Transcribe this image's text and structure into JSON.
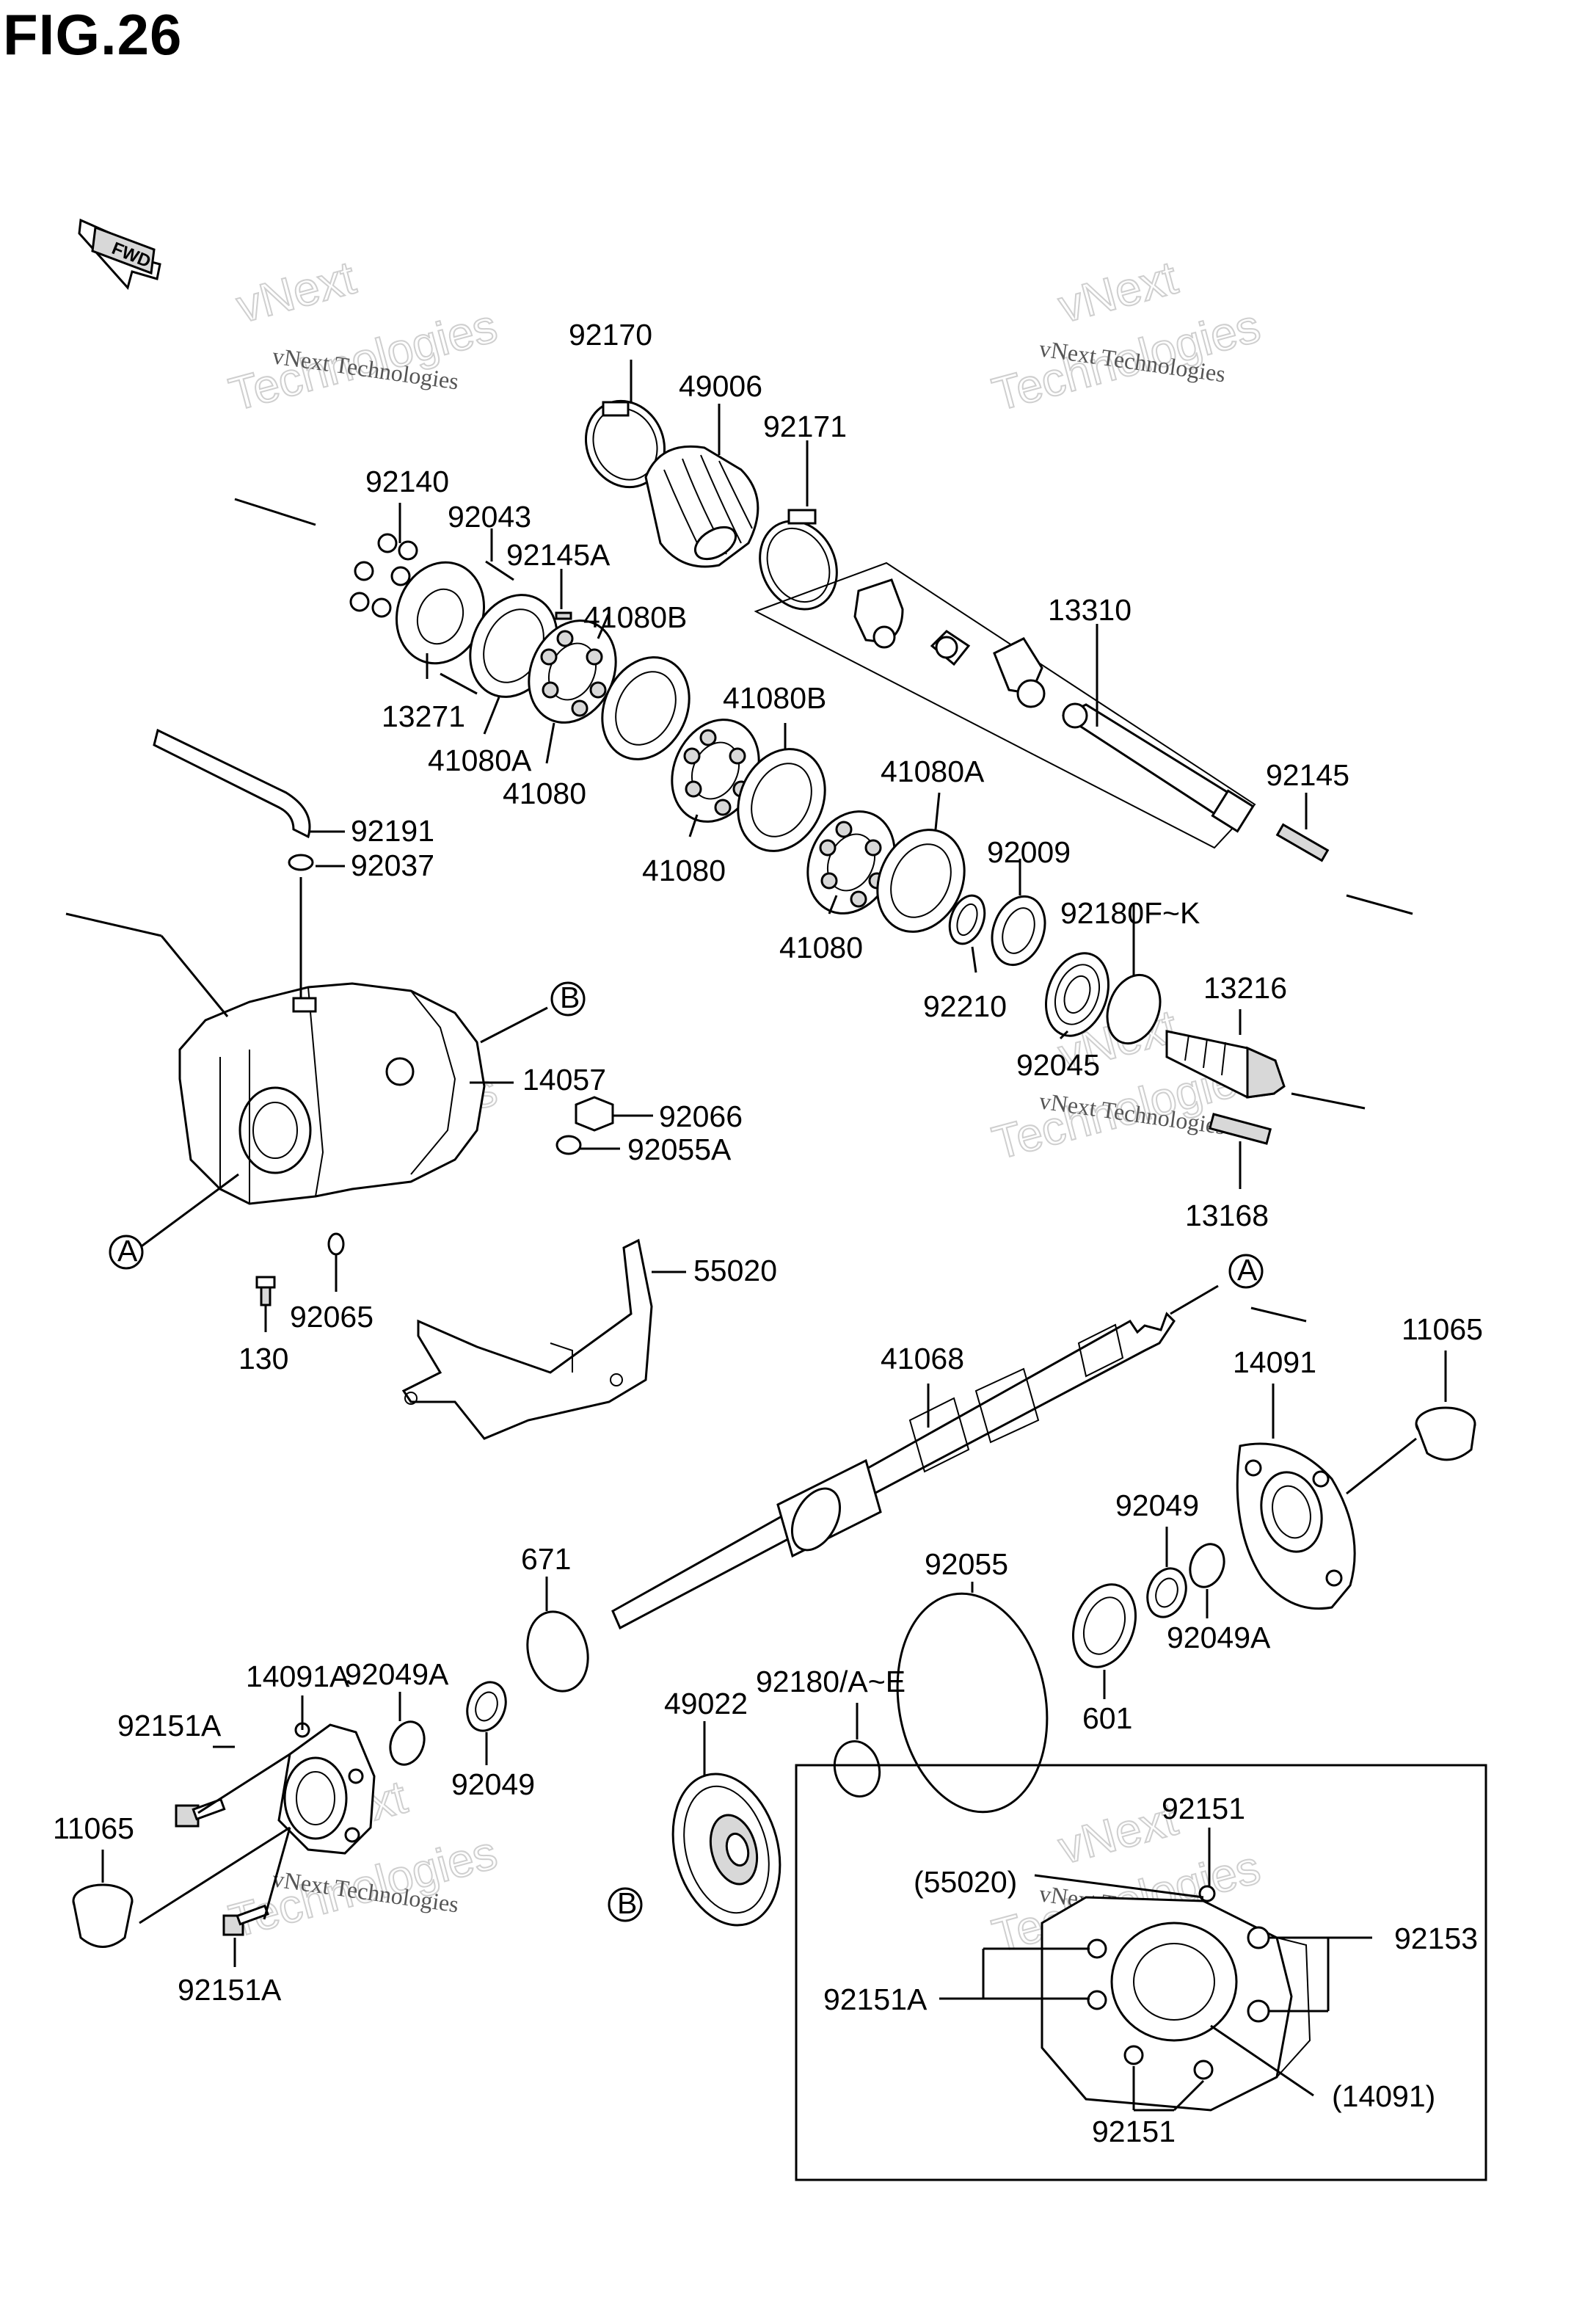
{
  "figure": {
    "title": "FIG.26",
    "fwd_label": "FWD"
  },
  "watermark": {
    "line1": "vNext Technologies",
    "line2": "vNext",
    "line3": "Technologies"
  },
  "labels": [
    {
      "id": "l92170",
      "text": "92170"
    },
    {
      "id": "l49006",
      "text": "49006"
    },
    {
      "id": "l92171",
      "text": "92171"
    },
    {
      "id": "l92140",
      "text": "92140"
    },
    {
      "id": "l92043",
      "text": "92043"
    },
    {
      "id": "l92145A",
      "text": "92145A"
    },
    {
      "id": "l41080B1",
      "text": "41080B"
    },
    {
      "id": "l13310",
      "text": "13310"
    },
    {
      "id": "l13271",
      "text": "13271"
    },
    {
      "id": "l41080A1",
      "text": "41080A"
    },
    {
      "id": "l41080_1",
      "text": "41080"
    },
    {
      "id": "l41080B2",
      "text": "41080B"
    },
    {
      "id": "l41080_2",
      "text": "41080"
    },
    {
      "id": "l41080A2",
      "text": "41080A"
    },
    {
      "id": "l92145",
      "text": "92145"
    },
    {
      "id": "l92191",
      "text": "92191"
    },
    {
      "id": "l92037",
      "text": "92037"
    },
    {
      "id": "l92009",
      "text": "92009"
    },
    {
      "id": "l92180FK",
      "text": "92180F~K"
    },
    {
      "id": "l41080_3",
      "text": "41080"
    },
    {
      "id": "l92210",
      "text": "92210"
    },
    {
      "id": "l13216",
      "text": "13216"
    },
    {
      "id": "lB1",
      "text": "B"
    },
    {
      "id": "l14057",
      "text": "14057"
    },
    {
      "id": "l92045",
      "text": "92045"
    },
    {
      "id": "l92066",
      "text": "92066"
    },
    {
      "id": "l92055A",
      "text": "92055A"
    },
    {
      "id": "l13168",
      "text": "13168"
    },
    {
      "id": "lA1",
      "text": "A"
    },
    {
      "id": "l55020",
      "text": "55020"
    },
    {
      "id": "l130",
      "text": "130"
    },
    {
      "id": "l92065",
      "text": "92065"
    },
    {
      "id": "lA2",
      "text": "A"
    },
    {
      "id": "l41068",
      "text": "41068"
    },
    {
      "id": "l11065a",
      "text": "11065"
    },
    {
      "id": "l14091",
      "text": "14091"
    },
    {
      "id": "l671",
      "text": "671"
    },
    {
      "id": "l92055",
      "text": "92055"
    },
    {
      "id": "l92049a",
      "text": "92049"
    },
    {
      "id": "l14091A",
      "text": "14091A"
    },
    {
      "id": "l92049A1",
      "text": "92049A"
    },
    {
      "id": "l92180AE",
      "text": "92180/A~E"
    },
    {
      "id": "l49022",
      "text": "49022"
    },
    {
      "id": "l92049A2",
      "text": "92049A"
    },
    {
      "id": "l92151A1",
      "text": "92151A"
    },
    {
      "id": "l601",
      "text": "601"
    },
    {
      "id": "l92049b",
      "text": "92049"
    },
    {
      "id": "l11065b",
      "text": "11065"
    },
    {
      "id": "l92151a",
      "text": "92151"
    },
    {
      "id": "l55020p",
      "text": "(55020)"
    },
    {
      "id": "lB2",
      "text": "B"
    },
    {
      "id": "l92153",
      "text": "92153"
    },
    {
      "id": "l92151A2",
      "text": "92151A"
    },
    {
      "id": "l92151A3",
      "text": "92151A"
    },
    {
      "id": "l14091p",
      "text": "(14091)"
    },
    {
      "id": "l92151b",
      "text": "92151"
    }
  ]
}
